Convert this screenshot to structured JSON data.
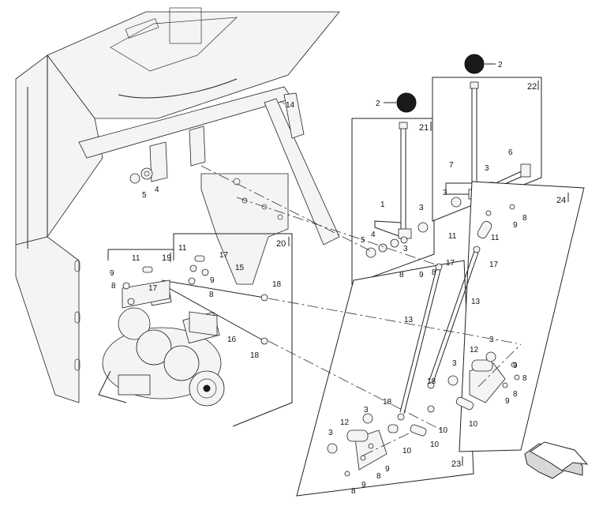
{
  "figure": {
    "box_labels": [
      "19",
      "20",
      "21",
      "22",
      "23",
      "24"
    ],
    "callouts": {
      "note": "2",
      "c1": "1",
      "c3": "3",
      "c4": "4",
      "c5": "5",
      "c6": "6",
      "c7": "7",
      "c8": "8",
      "c9": "9",
      "c10": "10",
      "c11": "11",
      "c12": "12",
      "c13": "13",
      "c14": "14",
      "c15": "15",
      "c16": "16",
      "c17": "17",
      "c18": "18"
    },
    "colors": {
      "line": "#222222",
      "note_marker": "#111111",
      "background": "#ffffff"
    }
  }
}
